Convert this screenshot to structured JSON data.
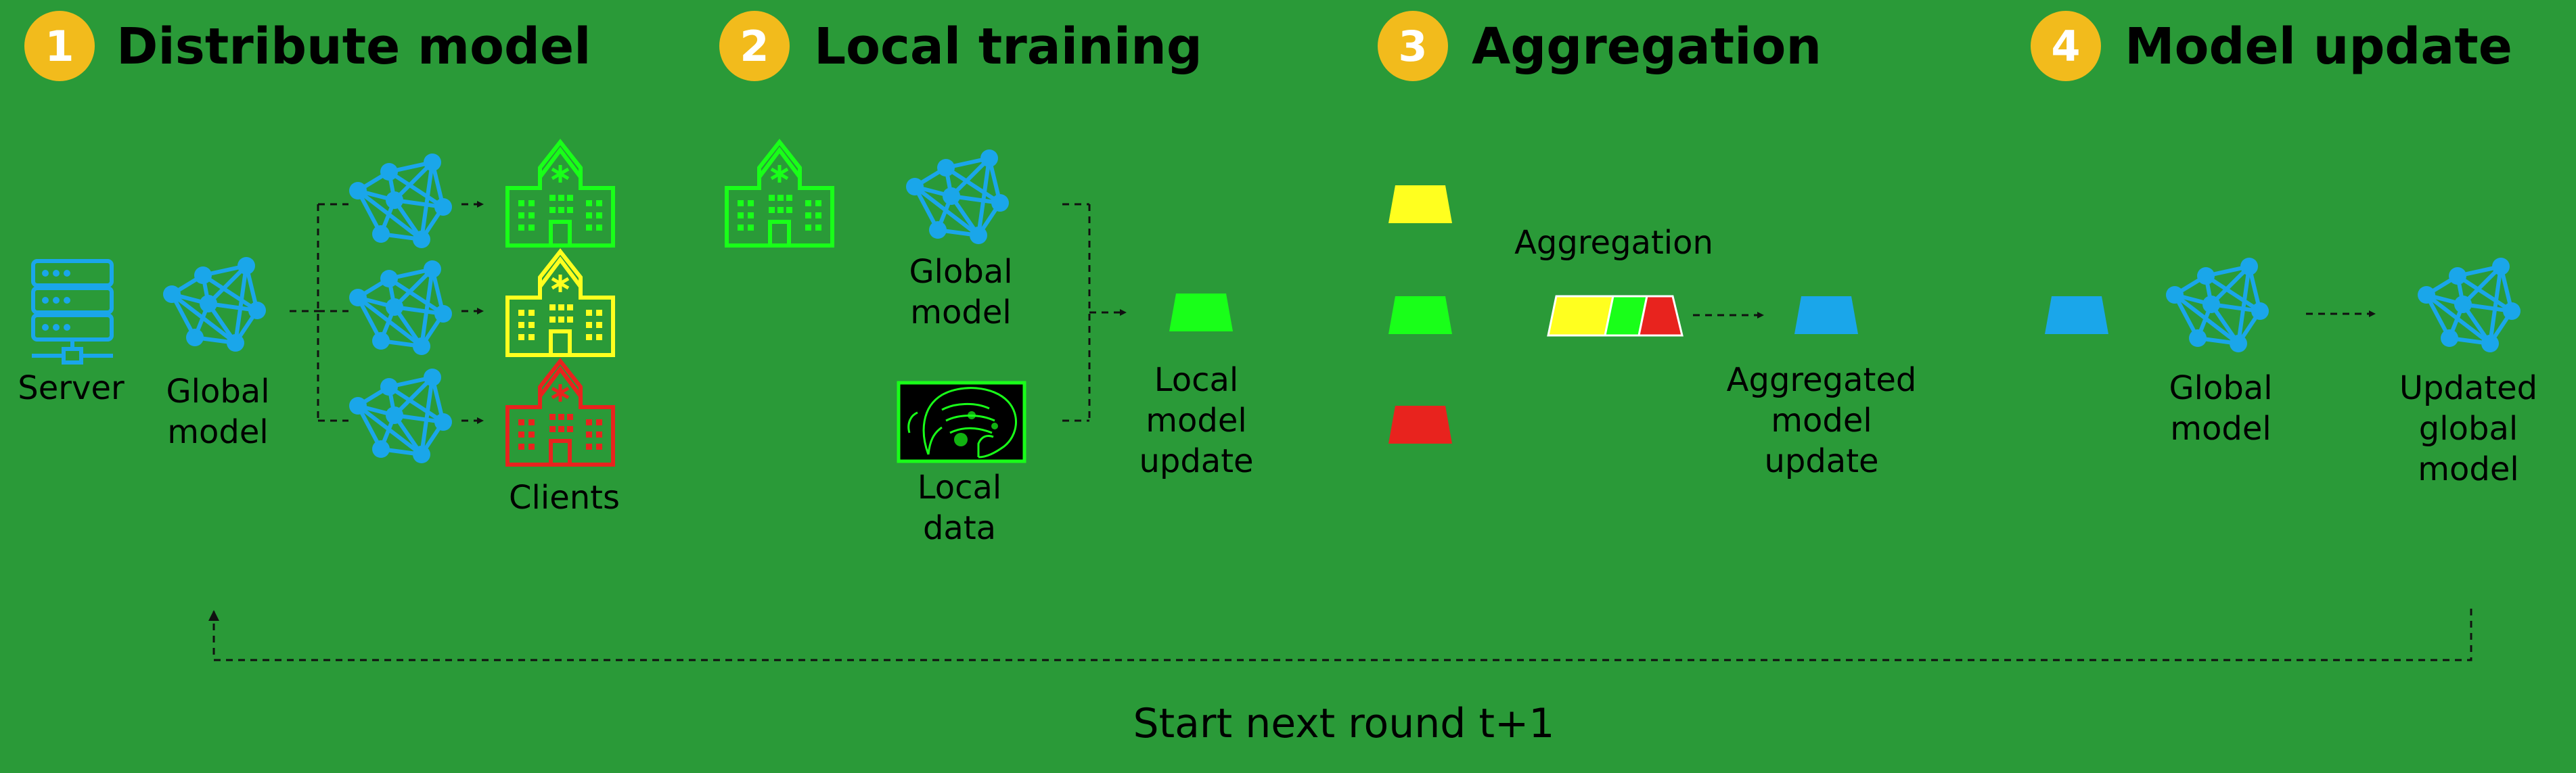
{
  "colors": {
    "background": "#2a9a38",
    "badge": "#f2bb1c",
    "server_blue": "#1aa6ea",
    "client_green": "#19ff19",
    "client_yellow": "#ffff1f",
    "client_red": "#e8231e",
    "arrow": "#111111"
  },
  "steps": [
    {
      "number": "1",
      "title": "Distribute model"
    },
    {
      "number": "2",
      "title": "Local training"
    },
    {
      "number": "3",
      "title": "Aggregation"
    },
    {
      "number": "4",
      "title": "Model update"
    }
  ],
  "step1": {
    "server_label": "Server",
    "global_model_label": [
      "Global",
      "model"
    ],
    "clients_label": "Clients",
    "icons": [
      "server-icon",
      "neural-network-icon",
      "hospital-icon"
    ]
  },
  "step2": {
    "global_model_label": [
      "Global",
      "model"
    ],
    "local_data_label": [
      "Local",
      "data"
    ],
    "local_update_label": [
      "Local",
      "model",
      "update"
    ],
    "icons": [
      "hospital-icon",
      "neural-network-icon",
      "mri-brain-icon",
      "update-block-icon"
    ]
  },
  "step3": {
    "aggregation_label": "Aggregation",
    "aggregated_label": [
      "Aggregated",
      "model",
      "update"
    ]
  },
  "step4": {
    "global_model_label": [
      "Global",
      "model"
    ],
    "updated_label": [
      "Updated",
      "global",
      "model"
    ]
  },
  "footer": {
    "label": "Start next round t+1"
  }
}
